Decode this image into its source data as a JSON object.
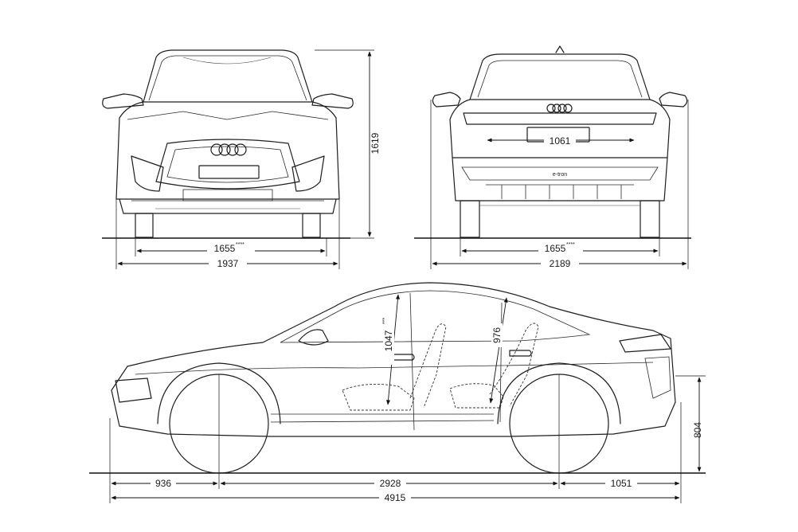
{
  "front_view": {
    "track_width": "1655",
    "track_width_note": "****",
    "overall_width": "1937",
    "height": "1619"
  },
  "rear_view": {
    "track_width": "1655",
    "track_width_note": "****",
    "overall_width_mirrors": "2189",
    "interior_width": "1061",
    "badge_text": "e-tron"
  },
  "side_view": {
    "front_overhang": "936",
    "wheelbase": "2928",
    "rear_overhang": "1051",
    "overall_length": "4915",
    "front_headroom": "1047",
    "front_headroom_note": "***",
    "rear_headroom": "976",
    "rear_hitch_height": "804"
  }
}
